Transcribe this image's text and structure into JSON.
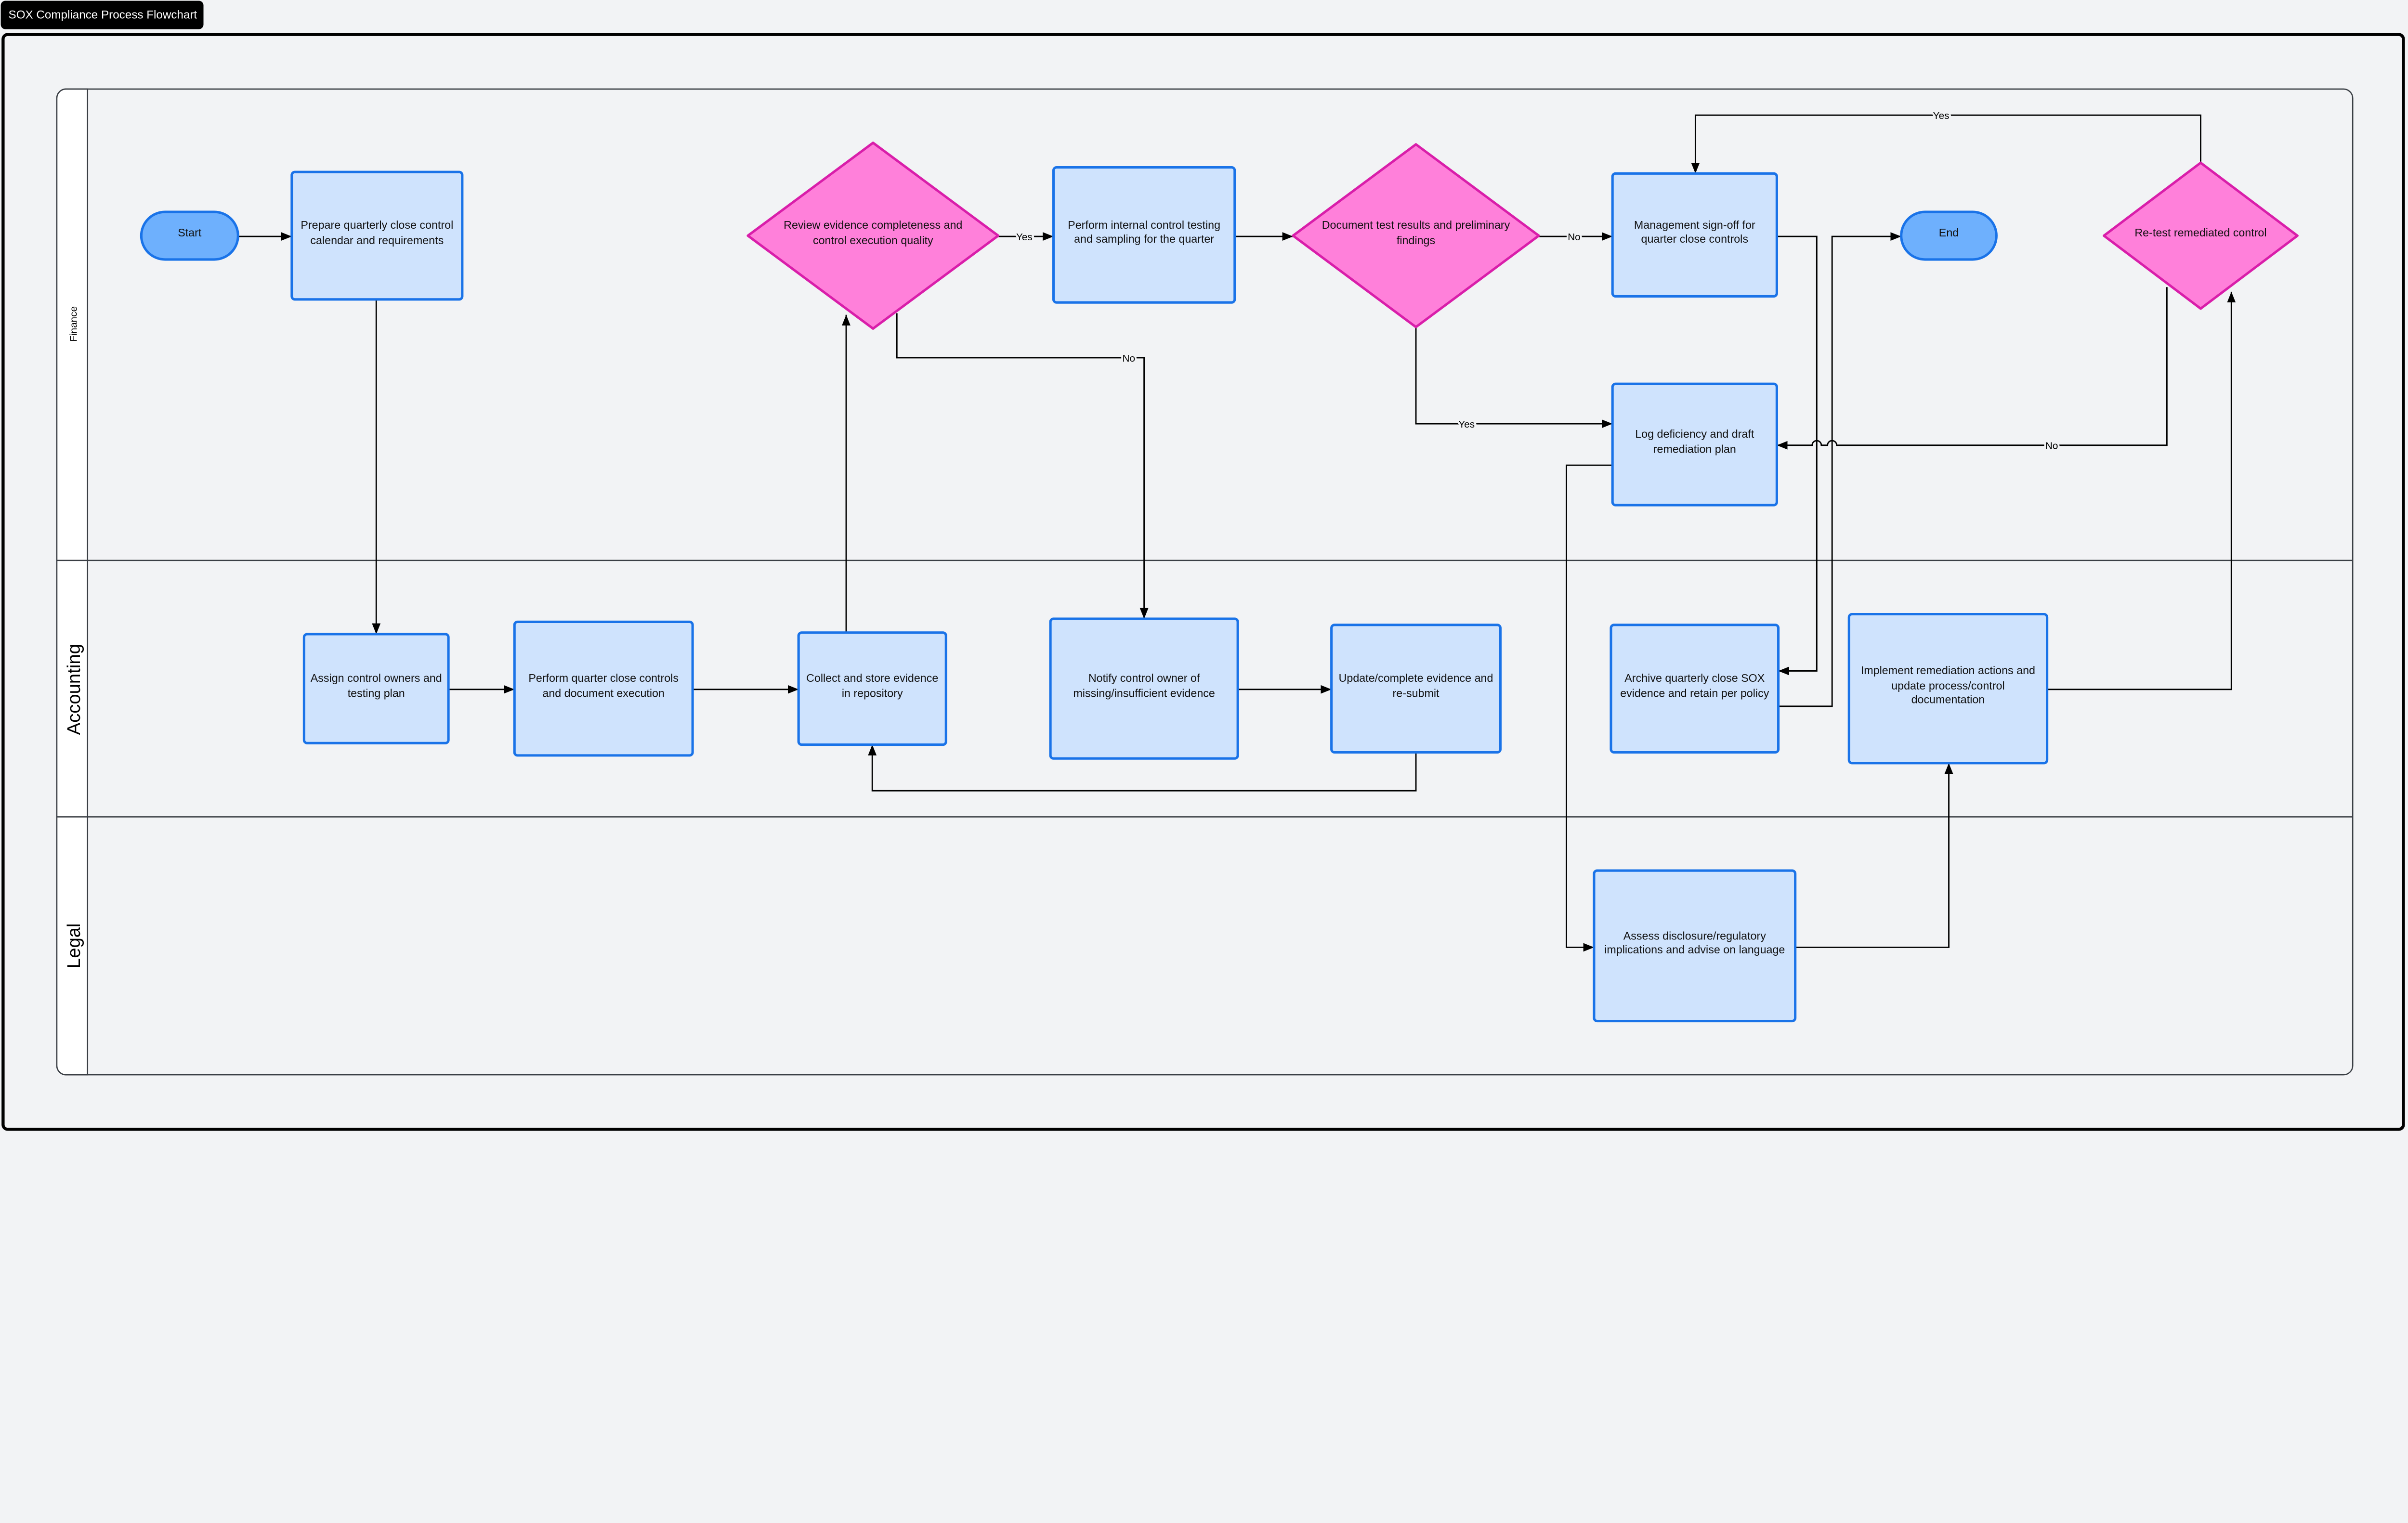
{
  "title": "SOX Compliance Process Flowchart",
  "colors": {
    "background": "#f2f3f5",
    "process_fill": "#cfe3fd",
    "process_stroke": "#1a73e8",
    "terminator_fill": "#6eb0fd",
    "decision_fill": "#ff80da",
    "decision_stroke": "#d91eaa"
  },
  "lanes": [
    {
      "id": "finance",
      "label": "Finance"
    },
    {
      "id": "accounting",
      "label": "Accounting"
    },
    {
      "id": "legal",
      "label": "Legal"
    }
  ],
  "nodes": {
    "start": {
      "type": "terminator",
      "lane": "Finance",
      "label": "Start"
    },
    "prepare": {
      "type": "process",
      "lane": "Finance",
      "label": "Prepare quarterly close control calendar and requirements"
    },
    "review": {
      "type": "decision",
      "lane": "Finance",
      "label": "Review evidence completeness and control execution quality"
    },
    "testing": {
      "type": "process",
      "lane": "Finance",
      "label": "Perform internal control testing and sampling for the quarter"
    },
    "document": {
      "type": "decision",
      "lane": "Finance",
      "label": "Document test results and preliminary findings"
    },
    "signoff": {
      "type": "process",
      "lane": "Finance",
      "label": "Management sign-off for quarter close controls"
    },
    "end": {
      "type": "terminator",
      "lane": "Finance",
      "label": "End"
    },
    "retest": {
      "type": "decision",
      "lane": "Finance",
      "label": "Re-test remediated control"
    },
    "log": {
      "type": "process",
      "lane": "Finance",
      "label": "Log deficiency and draft remediation plan"
    },
    "assign": {
      "type": "process",
      "lane": "Accounting",
      "label": "Assign control owners and testing plan"
    },
    "close": {
      "type": "process",
      "lane": "Accounting",
      "label": "Perform quarter close controls and document execution"
    },
    "collect": {
      "type": "process",
      "lane": "Accounting",
      "label": "Collect and store evidence in repository"
    },
    "notify": {
      "type": "process",
      "lane": "Accounting",
      "label": "Notify control owner of missing/insufficient evidence"
    },
    "update": {
      "type": "process",
      "lane": "Accounting",
      "label": "Update/complete evidence and re-submit"
    },
    "archive": {
      "type": "process",
      "lane": "Accounting",
      "label": "Archive quarterly close SOX evidence and retain per policy"
    },
    "implement": {
      "type": "process",
      "lane": "Accounting",
      "label": "Implement remediation actions and update process/control documentation"
    },
    "assess": {
      "type": "process",
      "lane": "Legal",
      "label": "Assess disclosure/regulatory implications and advise on language"
    }
  },
  "edges": [
    {
      "from": "start",
      "to": "prepare",
      "label": ""
    },
    {
      "from": "prepare",
      "to": "assign",
      "label": ""
    },
    {
      "from": "assign",
      "to": "close",
      "label": ""
    },
    {
      "from": "close",
      "to": "collect",
      "label": ""
    },
    {
      "from": "collect",
      "to": "review",
      "label": ""
    },
    {
      "from": "review",
      "to": "testing",
      "label": "Yes"
    },
    {
      "from": "review",
      "to": "notify",
      "label": "No"
    },
    {
      "from": "testing",
      "to": "document",
      "label": ""
    },
    {
      "from": "document",
      "to": "signoff",
      "label": "No"
    },
    {
      "from": "document",
      "to": "log",
      "label": "Yes"
    },
    {
      "from": "log",
      "to": "assess",
      "label": ""
    },
    {
      "from": "signoff",
      "to": "archive",
      "label": ""
    },
    {
      "from": "archive",
      "to": "end",
      "label": ""
    },
    {
      "from": "retest",
      "to": "log",
      "label": "No"
    },
    {
      "from": "retest",
      "to": "signoff",
      "label": "Yes"
    },
    {
      "from": "implement",
      "to": "retest",
      "label": ""
    },
    {
      "from": "assess",
      "to": "implement",
      "label": ""
    },
    {
      "from": "update",
      "to": "collect",
      "label": ""
    },
    {
      "from": "notify",
      "to": "update",
      "label": ""
    }
  ]
}
